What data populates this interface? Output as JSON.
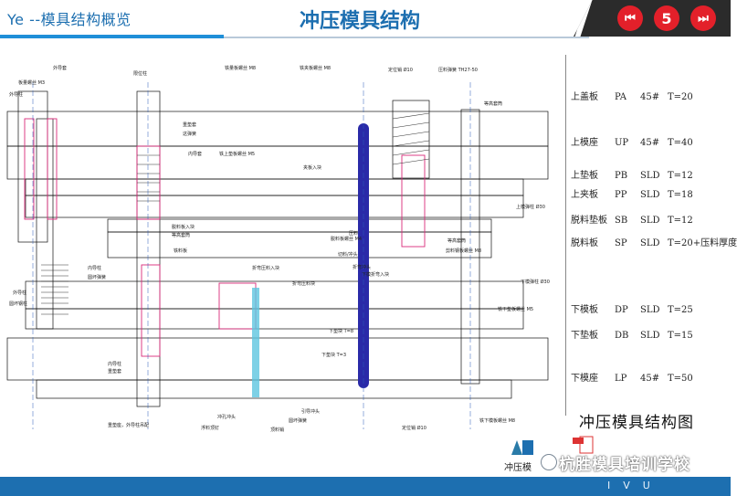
{
  "header": {
    "left_text": "Ye --模具结构概览",
    "title": "冲压模具结构",
    "page_number": "5",
    "prev_icon": "skip-back-icon",
    "next_icon": "skip-forward-icon",
    "accent_color": "#1f8fd8",
    "button_color": "#e3202a"
  },
  "specs": [
    {
      "name": "上盖板",
      "code": "PA",
      "material": "45#",
      "thickness": "T=20"
    },
    {
      "name": "上模座",
      "code": "UP",
      "material": "45#",
      "thickness": "T=40"
    },
    {
      "name": "上垫板",
      "code": "PB",
      "material": "SLD",
      "thickness": "T=12"
    },
    {
      "name": "上夹板",
      "code": "PP",
      "material": "SLD",
      "thickness": "T=18"
    },
    {
      "name": "脱料垫板",
      "code": "SB",
      "material": "SLD",
      "thickness": "T=12"
    },
    {
      "name": "脱料板",
      "code": "SP",
      "material": "SLD",
      "thickness": "T=20+压料厚度"
    },
    {
      "name": "下模板",
      "code": "DP",
      "material": "SLD",
      "thickness": "T=25"
    },
    {
      "name": "下垫板",
      "code": "DB",
      "material": "SLD",
      "thickness": "T=15"
    },
    {
      "name": "下模座",
      "code": "LP",
      "material": "45#",
      "thickness": "T=50"
    }
  ],
  "caption": "冲压模具结构图",
  "drawing_labels": {
    "l1": "外导套",
    "l2": "外导柱",
    "l3": "板量螺丝 M3",
    "l4": "限位柱",
    "l5": "铁量板螺丝 M8",
    "l6": "铁夹板螺丝 M8",
    "l7": "定位销 Ø10",
    "l8": "压料弹簧 TH27-50",
    "l9": "等高套筒",
    "l10": "重垫套",
    "l11": "这弹簧",
    "l12": "内导套",
    "l13": "铁上垫板螺丝 M5",
    "l14": "夹板入块",
    "l15": "上模弹柱 Ø30",
    "l16": "脱料板入块",
    "l17": "等高套筒",
    "l18": "铁料板",
    "l19": "压料",
    "l20": "切料/冲头",
    "l21": "脱料板螺丝 M4",
    "l22": "等高套筒",
    "l23": "剪料钢板螺丝 M8",
    "l24": "内导柱",
    "l25": "圆坏弹簧",
    "l26": "折弯冲头",
    "l27": "折弯压料入块",
    "l28": "下模折弯入块",
    "l29": "折弯压料块",
    "l30": "下模弹柱 Ø30",
    "l31": "外导柱",
    "l32": "圆坏钢柱",
    "l33": "铁下垫板螺丝 M5",
    "l34": "下垫块 T=8",
    "l35": "下垫块 T=3",
    "l36": "内导柱",
    "l37": "重垫套",
    "l38": "冲孔冲头",
    "l39": "浮料顶钉",
    "l40": "顶料销",
    "l41": "引导冲头",
    "l42": "圆坏弹簧",
    "l43": "定位销 Ø10",
    "l44": "铁下模板螺丝 M8",
    "l45": "重垫座，外导柱吊配"
  },
  "footer": {
    "logo_label": "冲压模",
    "watermark": "杭胜模具培训学校",
    "brand": "IVU",
    "bar_color": "#1d6fb0"
  }
}
